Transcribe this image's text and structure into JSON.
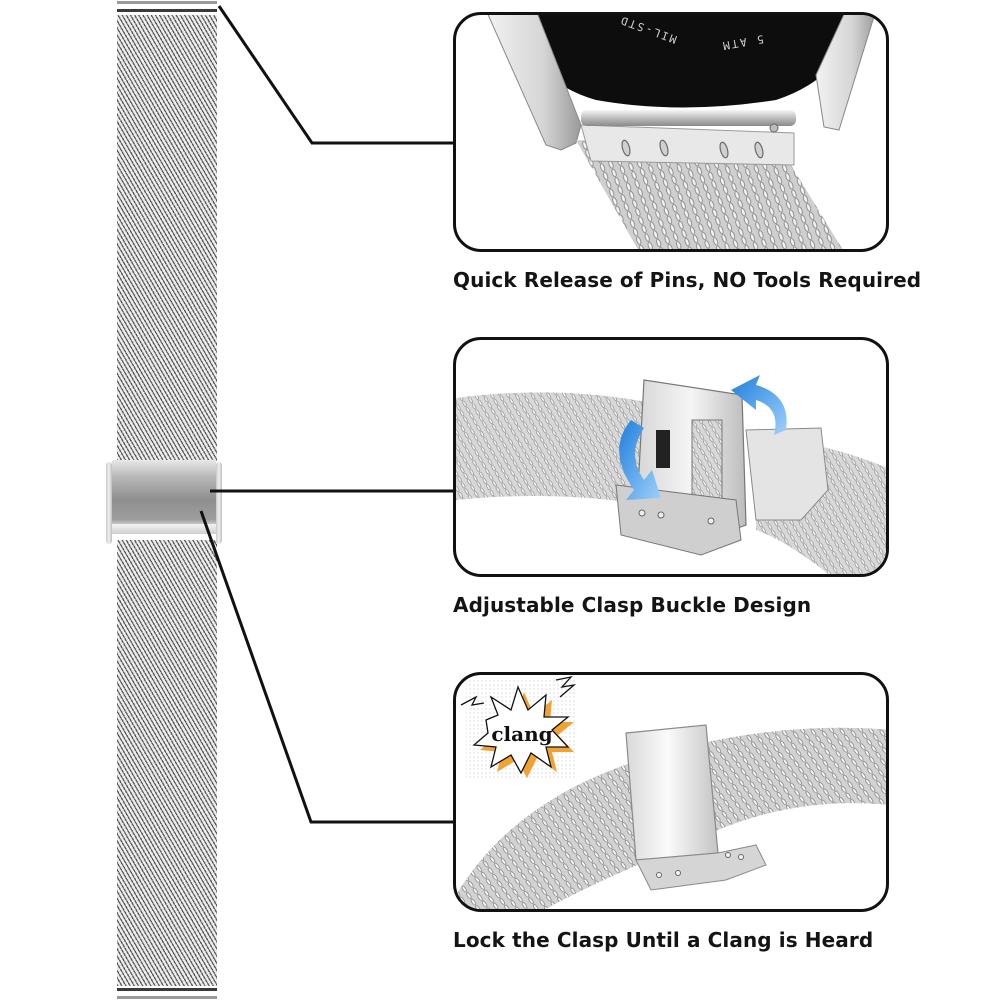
{
  "features": [
    {
      "id": "quick-release",
      "caption": "Quick Release of Pins, NO Tools Required",
      "engraving": [
        "MIL-STD",
        "5 ATM"
      ]
    },
    {
      "id": "adjustable-clasp",
      "caption": "Adjustable Clasp Buckle Design"
    },
    {
      "id": "lock-clasp",
      "caption": "Lock the Clasp Until a Clang is Heard",
      "sound_effect": "clang"
    }
  ],
  "colors": {
    "outline": "#111111",
    "arrow_blue": "#3a8fe0",
    "burst_orange": "#f0a232",
    "steel_light": "#e6e6e6",
    "steel_mid": "#b5b5b5",
    "watch_black": "#0d0d0d"
  }
}
